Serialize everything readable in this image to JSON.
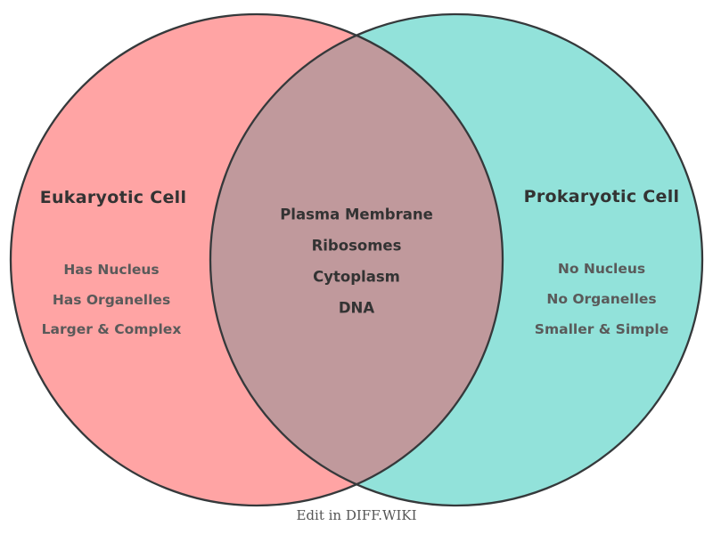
{
  "diagram": {
    "type": "venn2",
    "left": {
      "title": "Eukaryotic Cell",
      "items": [
        "Has Nucleus",
        "Has Organelles",
        "Larger & Complex"
      ],
      "fill_color": "#FFA4A4"
    },
    "right": {
      "title": "Prokaryotic Cell",
      "items": [
        "No Nucleus",
        "No Organelles",
        "Smaller & Simple"
      ],
      "fill_color": "#92E2DA"
    },
    "intersection": {
      "items": [
        "Plasma Membrane",
        "Ribosomes",
        "Cytoplasm",
        "DNA"
      ],
      "fill_color": "#C0999C"
    },
    "outline_color": "#35393B",
    "title_text_color": "#333333",
    "item_text_color": "#5a5a5a",
    "background_color": "#ffffff"
  },
  "footer": {
    "watermark_label": "Edit in DIFF.WIKI"
  }
}
